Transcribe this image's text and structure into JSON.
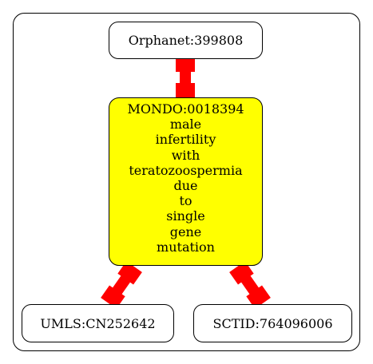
{
  "colors": {
    "center_fill": "#ffff00",
    "edge": "#ff0000",
    "stroke": "#000000",
    "background": "#ffffff"
  },
  "nodes": {
    "top": "Orphanet:399808",
    "center": {
      "id": "MONDO:0018394",
      "words": [
        "male",
        "infertility",
        "with",
        "teratozoospermia",
        "due",
        "to",
        "single",
        "gene",
        "mutation"
      ]
    },
    "left": "UMLS:CN252642",
    "right": "SCTID:764096006"
  }
}
